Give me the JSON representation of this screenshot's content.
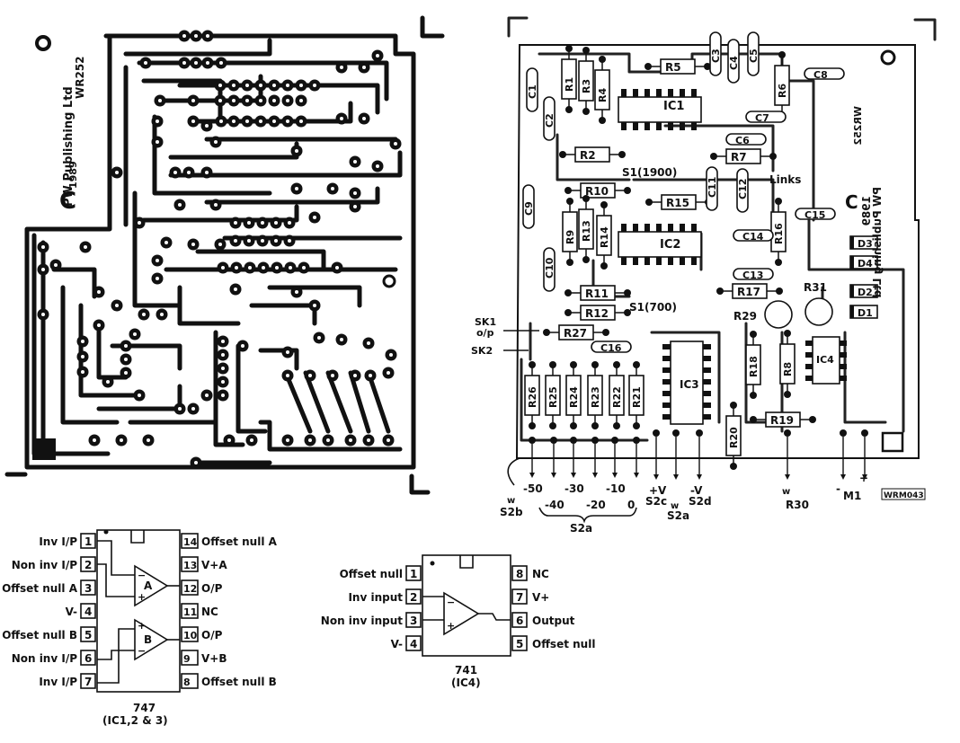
{
  "pcb_foil": {
    "copyright": "C",
    "publisher": "PW Publishing Ltd",
    "board_code": "WR252",
    "year": "1989"
  },
  "layout": {
    "copyright": "C",
    "publisher_mirrored": "PW Publishing Ltd",
    "board_code_mirrored": "WR252",
    "year_mirrored": "1989",
    "figure_code": "WRM043",
    "links_label": "Links",
    "resistors": [
      "R1",
      "R2",
      "R3",
      "R4",
      "R5",
      "R6",
      "R7",
      "R8",
      "R9",
      "R10",
      "R11",
      "R12",
      "R13",
      "R14",
      "R15",
      "R16",
      "R17",
      "R18",
      "R19",
      "R20",
      "R21",
      "R22",
      "R23",
      "R24",
      "R25",
      "R26",
      "R27"
    ],
    "capacitors": [
      "C1",
      "C2",
      "C3",
      "C4",
      "C5",
      "C6",
      "C7",
      "C8",
      "C9",
      "C10",
      "C11",
      "C12",
      "C13",
      "C14",
      "C15",
      "C16"
    ],
    "diodes": [
      "D1",
      "D2",
      "D3",
      "D4"
    ],
    "ics": [
      "IC1",
      "IC2",
      "IC3",
      "IC4"
    ],
    "presets": [
      "R29",
      "R31"
    ],
    "s1_taps": [
      "S1(1900)",
      "S1(700)"
    ],
    "connectors": {
      "sk1": "SK1",
      "sk1_sub": "o/p",
      "sk2": "SK2"
    },
    "range_values": [
      "-50",
      "-40",
      "-30",
      "-20",
      "-10",
      "0"
    ],
    "s2b": "S2b",
    "s2a_range": "S2a",
    "supply_pos": "+V",
    "supply_neg": "-V",
    "s2c": "S2c",
    "s2a": "S2a",
    "s2d": "S2d",
    "wiper_mark": "w",
    "r30": "R30",
    "m1": "M1",
    "m1_minus": "-",
    "m1_plus": "+"
  },
  "ic747": {
    "part": "747",
    "caption": "(IC1,2 & 3)",
    "amp_a": "A",
    "amp_b": "B",
    "left_pins": [
      {
        "num": "1",
        "label": "Inv I/P"
      },
      {
        "num": "2",
        "label": "Non inv I/P"
      },
      {
        "num": "3",
        "label": "Offset null A"
      },
      {
        "num": "4",
        "label": "V-"
      },
      {
        "num": "5",
        "label": "Offset null B"
      },
      {
        "num": "6",
        "label": "Non inv I/P"
      },
      {
        "num": "7",
        "label": "Inv I/P"
      }
    ],
    "right_pins": [
      {
        "num": "14",
        "label": "Offset null A"
      },
      {
        "num": "13",
        "label": "V+A"
      },
      {
        "num": "12",
        "label": "O/P"
      },
      {
        "num": "11",
        "label": "NC"
      },
      {
        "num": "10",
        "label": "O/P"
      },
      {
        "num": "9",
        "label": "V+B"
      },
      {
        "num": "8",
        "label": "Offset null B"
      }
    ]
  },
  "ic741": {
    "part": "741",
    "caption": "(IC4)",
    "left_pins": [
      {
        "num": "1",
        "label": "Offset null"
      },
      {
        "num": "2",
        "label": "Inv input"
      },
      {
        "num": "3",
        "label": "Non inv input"
      },
      {
        "num": "4",
        "label": "V-"
      }
    ],
    "right_pins": [
      {
        "num": "8",
        "label": "NC"
      },
      {
        "num": "7",
        "label": "V+"
      },
      {
        "num": "6",
        "label": "Output"
      },
      {
        "num": "5",
        "label": "Offset null"
      }
    ]
  }
}
